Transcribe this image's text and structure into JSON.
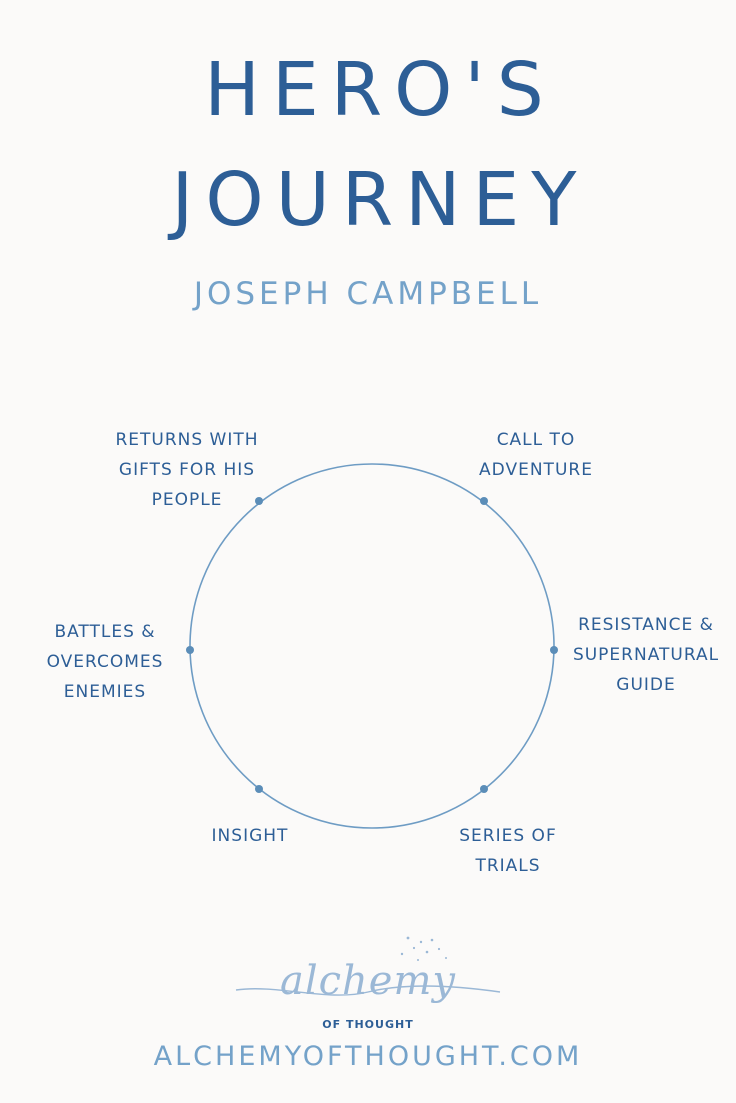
{
  "header": {
    "title_line1": "HERO'S",
    "title_line2": "JOURNEY",
    "subtitle": "JOSEPH CAMPBELL"
  },
  "cycle": {
    "stages": [
      {
        "id": "call-to-adventure",
        "lines": [
          "CALL TO",
          "ADVENTURE"
        ]
      },
      {
        "id": "resistance-supernatural-guide",
        "lines": [
          "RESISTANCE &",
          "SUPERNATURAL",
          "GUIDE"
        ]
      },
      {
        "id": "series-of-trials",
        "lines": [
          "SERIES OF",
          "TRIALS"
        ]
      },
      {
        "id": "insight",
        "lines": [
          "INSIGHT"
        ]
      },
      {
        "id": "battles-overcomes-enemies",
        "lines": [
          "BATTLES &",
          "OVERCOMES",
          "ENEMIES"
        ]
      },
      {
        "id": "returns-with-gifts",
        "lines": [
          "RETURNS WITH",
          "GIFTS FOR HIS",
          "PEOPLE"
        ]
      }
    ]
  },
  "logo": {
    "script": "alchemy",
    "sub": "OF THOUGHT"
  },
  "footer": {
    "website": "ALCHEMYOFTHOUGHT.COM"
  },
  "colors": {
    "background": "#fbfaf9",
    "title": "#2d5e96",
    "accent_light": "#74a2c9",
    "circle": "#6e9cc4",
    "dot": "#5b8db8"
  }
}
